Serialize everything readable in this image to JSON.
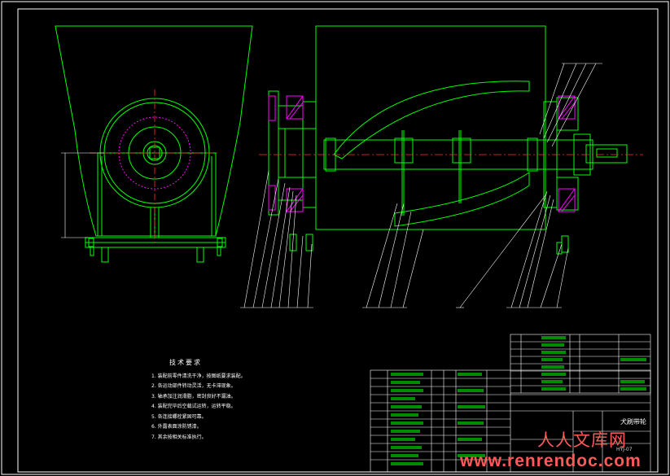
{
  "notes": {
    "title": "技术要求",
    "lines": [
      "1. 装配前零件清洗干净，按图纸要求装配。",
      "2. 各运动部件转动灵活，无卡滞现象。",
      "3. 轴承加注润滑脂，密封良好不漏油。",
      "4. 装配完毕后空载试运转，运转平稳。",
      "5. 各连接螺栓紧固可靠。",
      "6. 外露表面涂防锈漆。",
      "7. 其余按相关标准执行。"
    ]
  },
  "title_block": {
    "name": "犬刷带轮",
    "drawing_code": "HYJ-07"
  },
  "watermark": {
    "cn": "人人文库网",
    "url": "www.renrendoc.com"
  },
  "colors": {
    "background": "#000000",
    "frame": "#ffffff",
    "outline": "#00ff00",
    "hatch": "#ff00ff",
    "centerline": "#ff3030",
    "leader": "#ffffff",
    "table": "#ffffff",
    "table_text": "#00ff00",
    "watermark": "#ff5a5a"
  }
}
